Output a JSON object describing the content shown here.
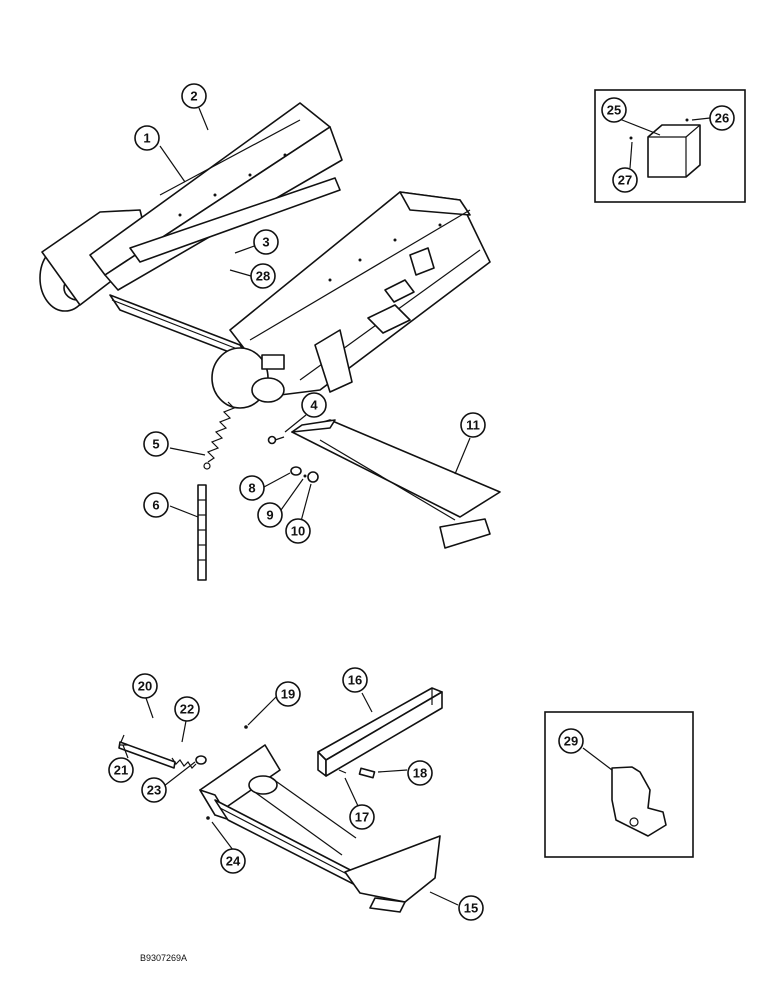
{
  "drawing_code": "B9307269A",
  "callouts": {
    "c1": "1",
    "c2": "2",
    "c3": "3",
    "c4": "4",
    "c5": "5",
    "c6": "6",
    "c8": "8",
    "c9": "9",
    "c10": "10",
    "c11": "11",
    "c15": "15",
    "c16": "16",
    "c17": "17",
    "c18": "18",
    "c19": "19",
    "c20": "20",
    "c21": "21",
    "c22": "22",
    "c23": "23",
    "c24": "24",
    "c25": "25",
    "c26": "26",
    "c27": "27",
    "c28": "28",
    "c29": "29"
  }
}
